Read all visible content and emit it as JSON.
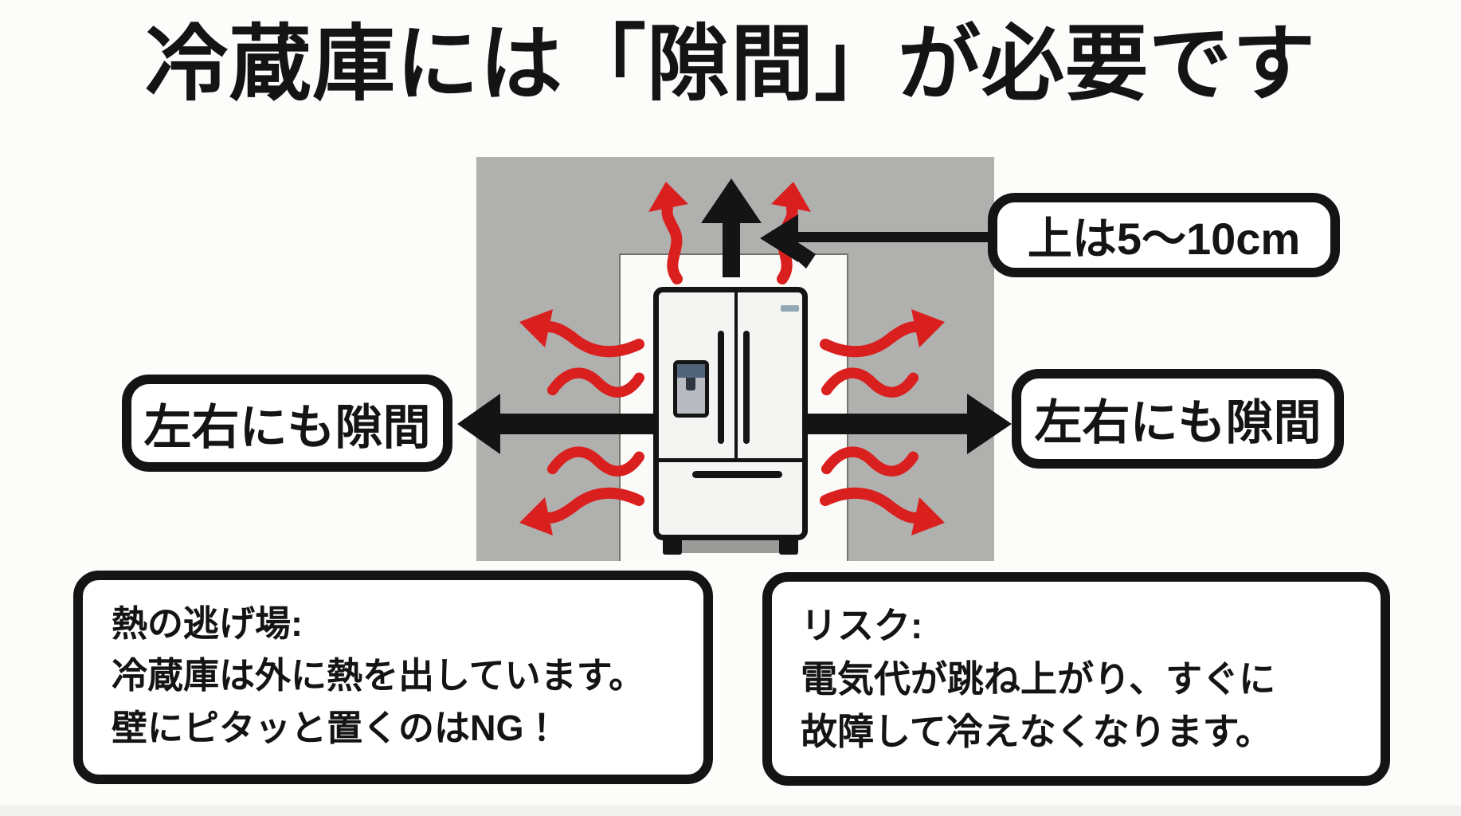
{
  "title": "冷蔵庫には「隙間」が必要です",
  "diagram": {
    "top_callout": "上は5〜10cm",
    "left_callout": "左右にも隙間",
    "right_callout": "左右にも隙間"
  },
  "info_boxes": {
    "left": {
      "heading": "熱の逃げ場:",
      "line1": "冷蔵庫は外に熱を出しています。",
      "line2": "壁にピタッと置くのはNG！"
    },
    "right": {
      "heading": "リスク:",
      "line1": "電気代が跳ね上がり、すぐに",
      "line2": "故障して冷えなくなります。"
    }
  },
  "colors": {
    "ink": "#141414",
    "page_white": "#fcfcfb",
    "wall_gray": "#b0b0ae",
    "alcove_white": "#fafaf8",
    "fridge_body": "#f4f4f2",
    "heat_arrow_red": "#da1f1f",
    "dispenser_blue_gray": "#52647a",
    "indicator_blue": "#93a7b5"
  }
}
